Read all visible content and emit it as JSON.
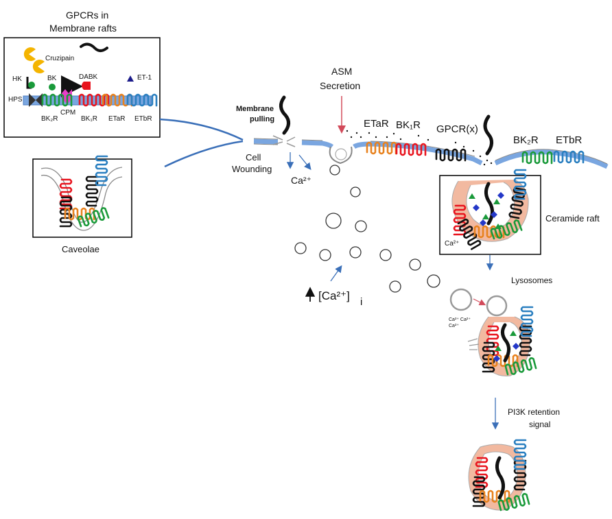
{
  "inset_raft": {
    "title_line1": "GPCRs in",
    "title_line2": "Membrane rafts",
    "cruzipain": "Cruzipain",
    "hk": "HK",
    "bk": "BK",
    "dabk": "DABK",
    "et1": "ET-1",
    "hps": "HPS",
    "cpm": "CPM",
    "bk2r": "BK₂R",
    "bk1r": "BK₁R",
    "etar": "ETaR",
    "etbr": "ETbR"
  },
  "inset_caveolae": {
    "caption": "Caveolae"
  },
  "main": {
    "asm_line1": "ASM",
    "asm_line2": "Secretion",
    "pulling_line1": "Membrane",
    "pulling_line2": "pulling",
    "wounding_line1": "Cell",
    "wounding_line2": "Wounding",
    "ca_influx": "Ca²⁺",
    "etar": "ETaR",
    "bk1r": "BK₁R",
    "gpcrx": "GPCR(x)",
    "bk2r": "BK₂R",
    "etbr": "ETbR",
    "ceramide_raft": "Ceramide raft",
    "raft_ca": "Ca²⁺",
    "lysosomes": "Lysosomes",
    "ca_intracellular": "[Ca²⁺]",
    "ca_intracellular_sub": "i",
    "ca_small": "Ca²⁺ Ca²⁺ Ca²⁺",
    "pi3k_line1": "PI3K retention",
    "pi3k_line2": "signal"
  },
  "colors": {
    "membrane": "#7aa6e0",
    "raft": "#f2b9a0",
    "bk1r": "#e8141e",
    "bk2r": "#1a9a3a",
    "etar": "#e8821e",
    "etbr": "#2a7fc0",
    "gpcrx": "#111111",
    "cpm": "#e83fc8",
    "arrow_blue": "#3a6fb8",
    "asm_arrow": "#d24a5a"
  }
}
